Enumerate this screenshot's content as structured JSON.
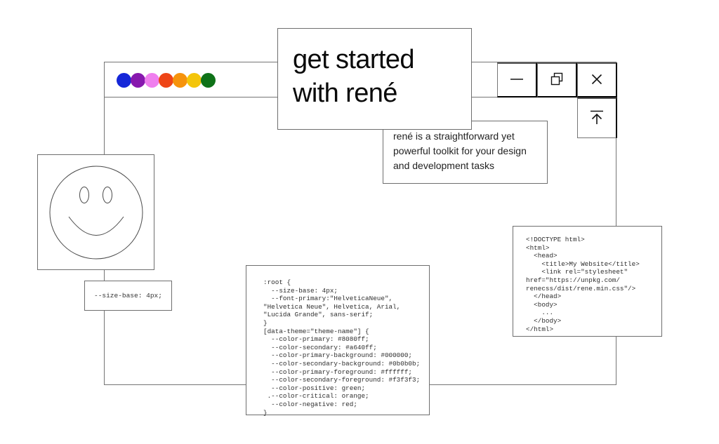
{
  "window": {
    "theme_dot_colors": [
      "#1527d8",
      "#8718ae",
      "#ef7fee",
      "#ee4517",
      "#f6930c",
      "#f4c50a",
      "#0f7218"
    ],
    "icons": {
      "minimize": "minus-icon",
      "copy": "overlapping-squares-icon",
      "close": "x-icon",
      "upload": "arrow-up-to-line-icon",
      "smiley": "smiley-face-icon"
    }
  },
  "hero": {
    "title": "get started\nwith rené"
  },
  "tooltip": {
    "text": "rené is a straightforward yet powerful toolkit for your design and development tasks"
  },
  "size_tag": {
    "text": "--size-base: 4px;"
  },
  "css_snippet": {
    "code": ":root {\n  --size-base: 4px;\n  --font-primary:\"HelveticaNeue\",\n\"Helvetica Neue\", Helvetica, Arial,\n\"Lucida Grande\", sans-serif;\n}\n[data-theme=\"theme-name\"] {\n  --color-primary: #8080ff;\n  --color-secondary: #a640ff;\n  --color-primary-background: #000000;\n  --color-secondary-background: #0b0b0b;\n  --color-primary-foreground: #ffffff;\n  --color-secondary-foreground: #f3f3f3;\n  --color-positive: green;\n .--color-critical: orange;\n  --color-negative: red;\n}"
  },
  "html_snippet": {
    "code": "<!DOCTYPE html>\n<html>\n  <head>\n    <title>My Website</title>\n    <link rel=\"stylesheet\"\nhref=\"https://unpkg.com/\nrenecss/dist/rene.min.css\"/>\n  </head>\n  <body>\n    ...\n  </body>\n</html>"
  }
}
